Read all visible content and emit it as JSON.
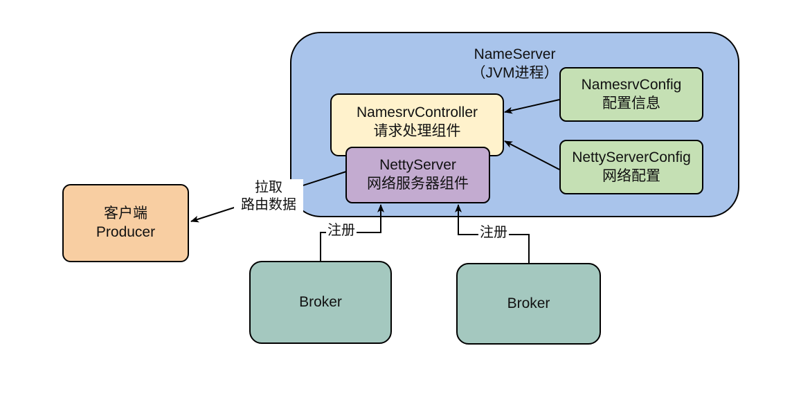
{
  "nodes": {
    "nameserver": {
      "title": "NameServer",
      "subtitle": "（JVM进程）",
      "fill": "#a9c4eb"
    },
    "controller": {
      "title": "NamesrvController",
      "subtitle": "请求处理组件",
      "fill": "#fff2cc"
    },
    "nettyserver": {
      "title": "NettyServer",
      "subtitle": "网络服务器组件",
      "fill": "#c3abd0"
    },
    "namesrvconfig": {
      "title": "NamesrvConfig",
      "subtitle": "配置信息",
      "fill": "#c5e0b4"
    },
    "nettyserverconfig": {
      "title": "NettyServerConfig",
      "subtitle": "网络配置",
      "fill": "#c5e0b4"
    },
    "client": {
      "title": "客户端",
      "subtitle": "Producer",
      "fill": "#f8cea2"
    },
    "broker1": {
      "title": "Broker",
      "fill": "#a4c8bf"
    },
    "broker2": {
      "title": "Broker",
      "fill": "#a4c8bf"
    }
  },
  "edges": {
    "pull": {
      "line1": "拉取",
      "line2": "路由数据"
    },
    "register1": {
      "label": "注册"
    },
    "register2": {
      "label": "注册"
    }
  }
}
